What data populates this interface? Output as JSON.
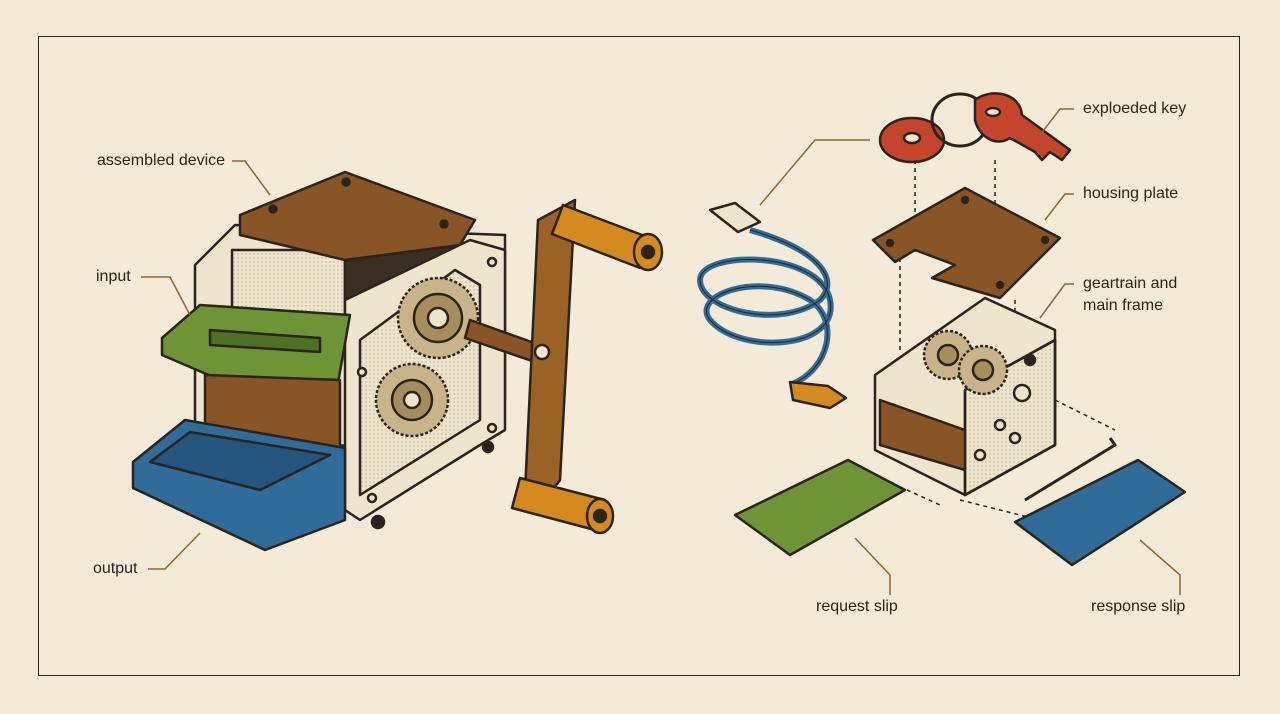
{
  "labels": {
    "assembled_device": "assembled device",
    "input": "input",
    "output": "output",
    "exploded_key": "exploeded key",
    "housing_plate": "housing plate",
    "geartrain_main_frame": "geartrain and main frame",
    "request_slip": "request slip",
    "response_slip": "response slip"
  },
  "colors": {
    "background": "#f3ead7",
    "ink": "#2b241c",
    "leader": "#8a6a2e",
    "brown": "#7a4a1e",
    "orange": "#d48a1e",
    "green": "#6d9435",
    "blue": "#2f6c9a",
    "red": "#c4452a",
    "cream": "#efe4cc"
  }
}
